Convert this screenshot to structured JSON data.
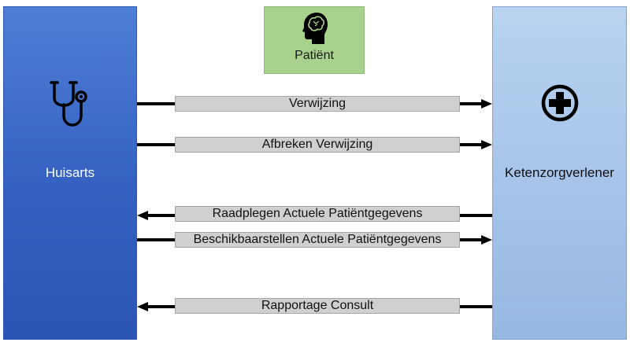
{
  "actors": {
    "huisarts": {
      "label": "Huisarts",
      "icon": "stethoscope-icon",
      "color": "#3461c1"
    },
    "ketenzorgverlener": {
      "label": "Ketenzorgverlener",
      "icon": "medical-cross-icon",
      "color": "#a7c5ea"
    },
    "patient": {
      "label": "Patiënt",
      "icon": "brain-head-icon",
      "color": "#a9d18e"
    }
  },
  "messages": [
    {
      "label": "Verwijzing",
      "direction": "right"
    },
    {
      "label": "Afbreken Verwijzing",
      "direction": "right"
    },
    {
      "label": "Raadplegen Actuele Patiëntgegevens",
      "direction": "left"
    },
    {
      "label": "Beschikbaarstellen Actuele Patiëntgegevens",
      "direction": "right"
    },
    {
      "label": "Rapportage Consult",
      "direction": "left"
    }
  ]
}
